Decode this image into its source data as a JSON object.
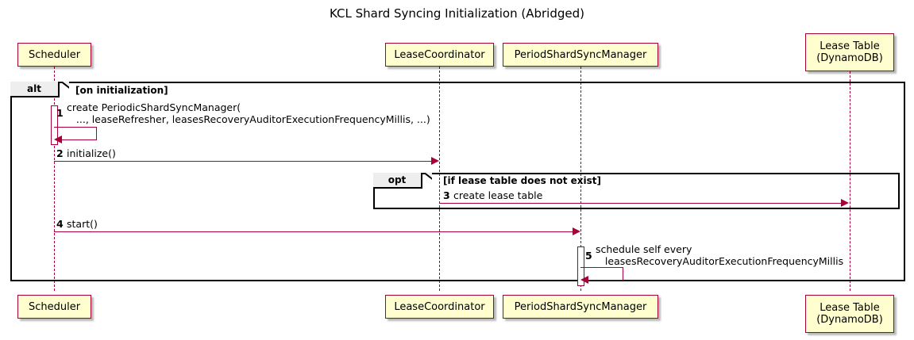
{
  "title": "KCL Shard Syncing Initialization (Abridged)",
  "participants": [
    {
      "id": "scheduler",
      "label": "Scheduler"
    },
    {
      "id": "lease-coordinator",
      "label": "LeaseCoordinator"
    },
    {
      "id": "period-shard-sync-manager",
      "label": "PeriodShardSyncManager"
    },
    {
      "id": "lease-table",
      "label": "Lease Table\n(DynamoDB)"
    }
  ],
  "fragments": [
    {
      "id": "alt",
      "operator": "alt",
      "guard": "[on initialization]"
    },
    {
      "id": "opt",
      "operator": "opt",
      "guard": "[if lease table does not exist]"
    }
  ],
  "messages": [
    {
      "number": "1",
      "text": "create PeriodicShardSyncManager(\n   ..., leaseRefresher, leasesRecoveryAuditorExecutionFrequencyMillis, ...)",
      "from": "scheduler",
      "to": "scheduler",
      "kind": "self"
    },
    {
      "number": "2",
      "text": "initialize()",
      "from": "scheduler",
      "to": "lease-coordinator",
      "kind": "sync"
    },
    {
      "number": "3",
      "text": "create lease table",
      "from": "lease-coordinator",
      "to": "lease-table",
      "kind": "sync"
    },
    {
      "number": "4",
      "text": "start()",
      "from": "scheduler",
      "to": "period-shard-sync-manager",
      "kind": "sync"
    },
    {
      "number": "5",
      "text": "schedule self every\n   leasesRecoveryAuditorExecutionFrequencyMillis",
      "from": "period-shard-sync-manager",
      "to": "period-shard-sync-manager",
      "kind": "self"
    }
  ],
  "colors": {
    "participant_fill": "#FEFECE",
    "participant_border": "#A80036",
    "arrow": "#A80036",
    "fragment_border": "#000000",
    "fragment_label_fill": "#EEEEEE",
    "background": "#FFFFFF"
  }
}
